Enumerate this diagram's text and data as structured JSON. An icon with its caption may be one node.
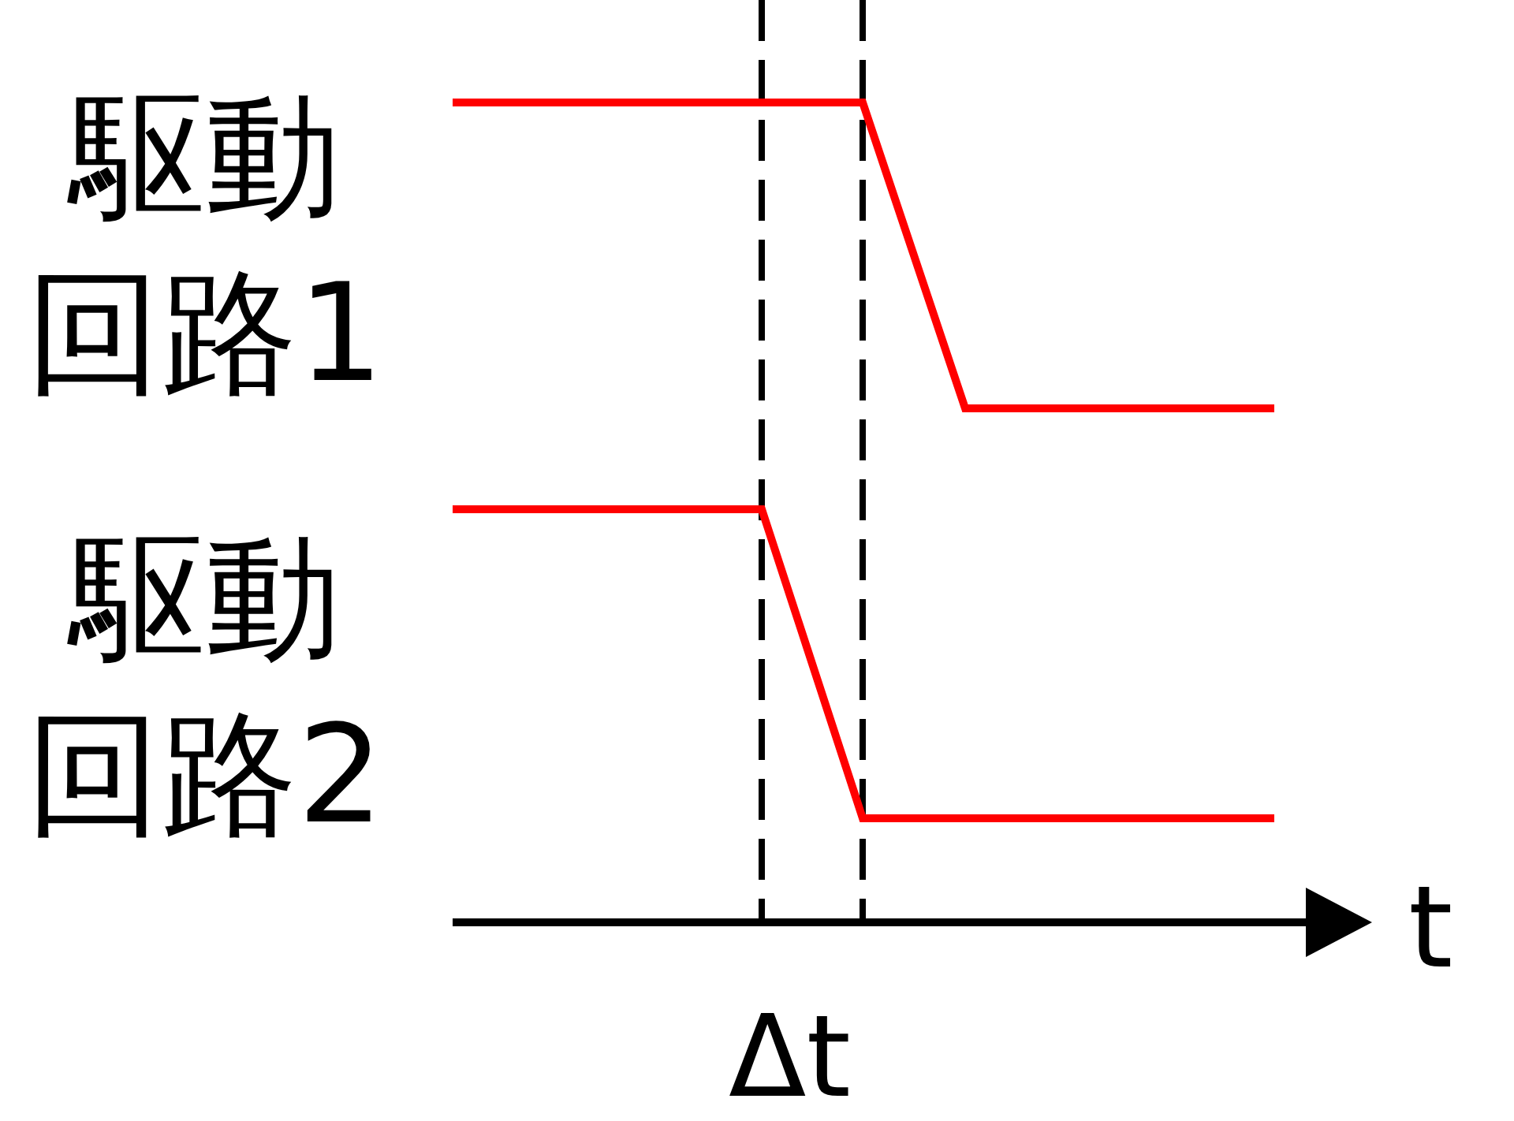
{
  "diagram": {
    "labels": [
      "駆動回路1",
      "駆動回路2",
      "t",
      "Δt"
    ]
  }
}
